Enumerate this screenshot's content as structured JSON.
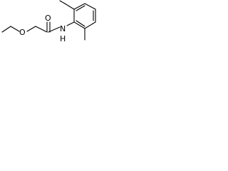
{
  "molecule": {
    "atoms": {
      "ether_oxygen": "O",
      "carbonyl_oxygen": "O",
      "amide_nitrogen": "N",
      "amide_hydrogen": "H"
    }
  },
  "colors": {
    "bond": "#000000",
    "label": "#000000",
    "background": "#ffffff"
  }
}
